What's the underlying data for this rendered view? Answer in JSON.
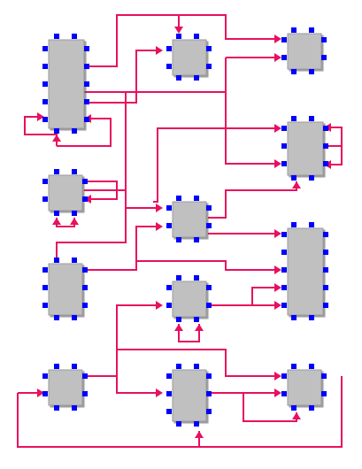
{
  "diagram": {
    "colors": {
      "background": "#ffffff",
      "block_fill": "#c0c0c0",
      "port": "#0000ff",
      "wire": "#e8105f"
    },
    "block_count": 12,
    "blocks": [
      {
        "id": "A",
        "role": "tall-block"
      },
      {
        "id": "B",
        "role": "small-block"
      },
      {
        "id": "C",
        "role": "small-block"
      },
      {
        "id": "D",
        "role": "small-block"
      },
      {
        "id": "E",
        "role": "small-block"
      },
      {
        "id": "F",
        "role": "small-block"
      },
      {
        "id": "G",
        "role": "small-block"
      },
      {
        "id": "H",
        "role": "small-block"
      },
      {
        "id": "I",
        "role": "tall-block"
      },
      {
        "id": "J",
        "role": "small-block"
      },
      {
        "id": "K",
        "role": "small-block"
      },
      {
        "id": "L",
        "role": "small-block"
      }
    ]
  }
}
